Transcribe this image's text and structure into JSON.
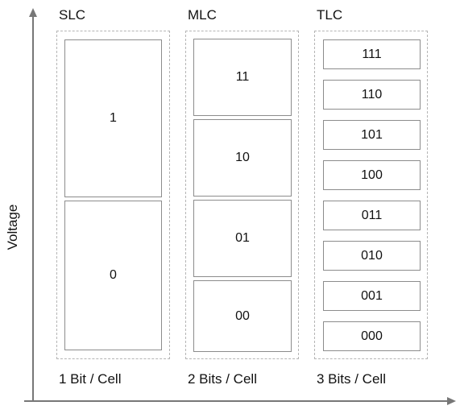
{
  "axis": {
    "y_label": "Voltage"
  },
  "groups": [
    {
      "title": "SLC",
      "caption": "1 Bit / Cell",
      "levels": [
        "1",
        "0"
      ]
    },
    {
      "title": "MLC",
      "caption": "2 Bits / Cell",
      "levels": [
        "11",
        "10",
        "01",
        "00"
      ]
    },
    {
      "title": "TLC",
      "caption": "3 Bits / Cell",
      "levels": [
        "111",
        "110",
        "101",
        "100",
        "011",
        "010",
        "001",
        "000"
      ]
    }
  ]
}
